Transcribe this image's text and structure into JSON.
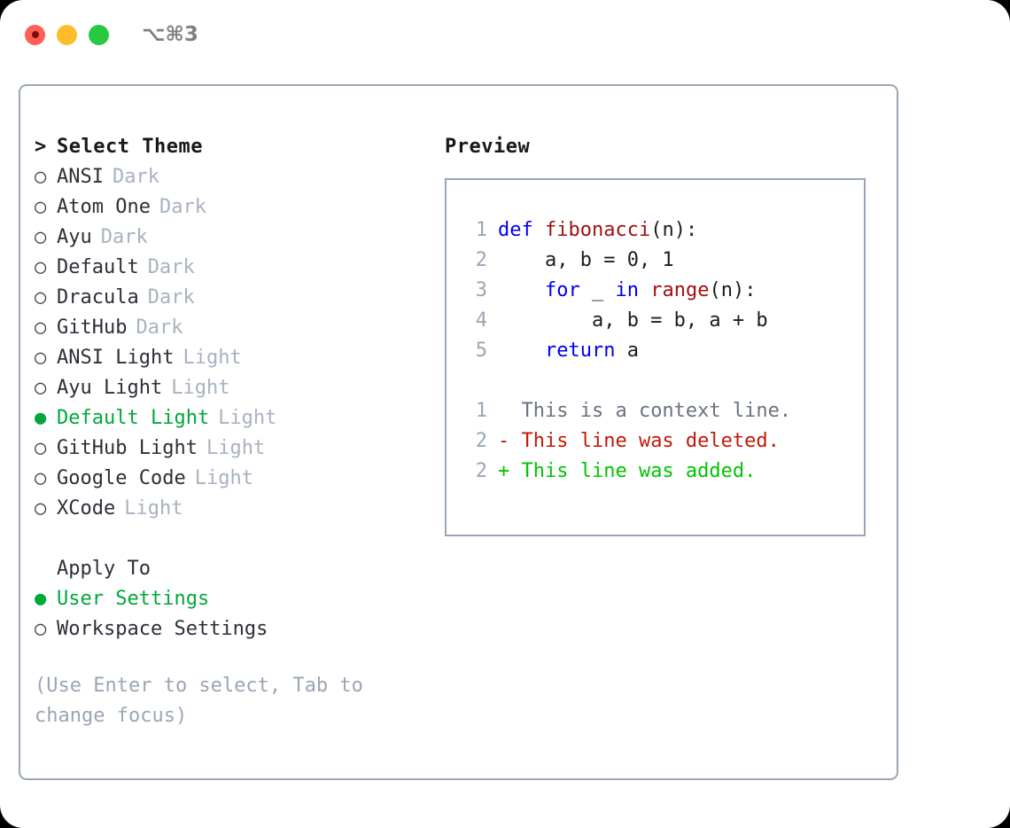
{
  "window": {
    "traffic_lights": [
      "close-red",
      "minimize-yellow",
      "maximize-green"
    ],
    "shortcut": "⌥⌘3"
  },
  "left_pane": {
    "header_marker": ">",
    "header_label": "Select Theme",
    "themes": [
      {
        "marker": "○",
        "name": "ANSI",
        "tag": "Dark",
        "selected": false
      },
      {
        "marker": "○",
        "name": "Atom One",
        "tag": "Dark",
        "selected": false
      },
      {
        "marker": "○",
        "name": "Ayu",
        "tag": "Dark",
        "selected": false
      },
      {
        "marker": "○",
        "name": "Default",
        "tag": "Dark",
        "selected": false
      },
      {
        "marker": "○",
        "name": "Dracula",
        "tag": "Dark",
        "selected": false
      },
      {
        "marker": "○",
        "name": "GitHub",
        "tag": "Dark",
        "selected": false
      },
      {
        "marker": "○",
        "name": "ANSI Light",
        "tag": "Light",
        "selected": false
      },
      {
        "marker": "○",
        "name": "Ayu Light",
        "tag": "Light",
        "selected": false
      },
      {
        "marker": "●",
        "name": "Default Light",
        "tag": "Light",
        "selected": true
      },
      {
        "marker": "○",
        "name": "GitHub Light",
        "tag": "Light",
        "selected": false
      },
      {
        "marker": "○",
        "name": "Google Code",
        "tag": "Light",
        "selected": false
      },
      {
        "marker": "○",
        "name": "XCode",
        "tag": "Light",
        "selected": false
      }
    ],
    "apply_to": {
      "label": "Apply To",
      "options": [
        {
          "marker": "●",
          "name": "User Settings",
          "selected": true
        },
        {
          "marker": "○",
          "name": "Workspace Settings",
          "selected": false
        }
      ]
    },
    "hint": "(Use Enter to select, Tab to change focus)"
  },
  "right_pane": {
    "title": "Preview",
    "code_lines": [
      {
        "no": "1",
        "tokens": [
          {
            "t": "def ",
            "c": "kw"
          },
          {
            "t": "fibonacci",
            "c": "fn"
          },
          {
            "t": "(n):",
            "c": "plain"
          }
        ]
      },
      {
        "no": "2",
        "tokens": [
          {
            "t": "    a, b = 0, 1",
            "c": "plain"
          }
        ]
      },
      {
        "no": "3",
        "tokens": [
          {
            "t": "    ",
            "c": "plain"
          },
          {
            "t": "for",
            "c": "kw"
          },
          {
            "t": " _ ",
            "c": "plain"
          },
          {
            "t": "in",
            "c": "kw"
          },
          {
            "t": " ",
            "c": "plain"
          },
          {
            "t": "range",
            "c": "fn"
          },
          {
            "t": "(n):",
            "c": "plain"
          }
        ]
      },
      {
        "no": "4",
        "tokens": [
          {
            "t": "        a, b = b, a + b",
            "c": "plain"
          }
        ]
      },
      {
        "no": "5",
        "tokens": [
          {
            "t": "    ",
            "c": "plain"
          },
          {
            "t": "return",
            "c": "kw"
          },
          {
            "t": " a",
            "c": "plain"
          }
        ]
      }
    ],
    "diff_lines": [
      {
        "no": "1",
        "sign": " ",
        "text": "This is a context line.",
        "kind": "context"
      },
      {
        "no": "2",
        "sign": "-",
        "text": "This line was deleted.",
        "kind": "del"
      },
      {
        "no": "2",
        "sign": "+",
        "text": "This line was added.",
        "kind": "add"
      }
    ]
  },
  "colors": {
    "accent_green": "#00a83c",
    "diff_add": "#00c400",
    "diff_del": "#c21807",
    "keyword_blue": "#0000ee",
    "function_red": "#a21010",
    "muted": "#9aa6b6",
    "tag": "#a8b2c1",
    "border": "#9aa6b6"
  }
}
